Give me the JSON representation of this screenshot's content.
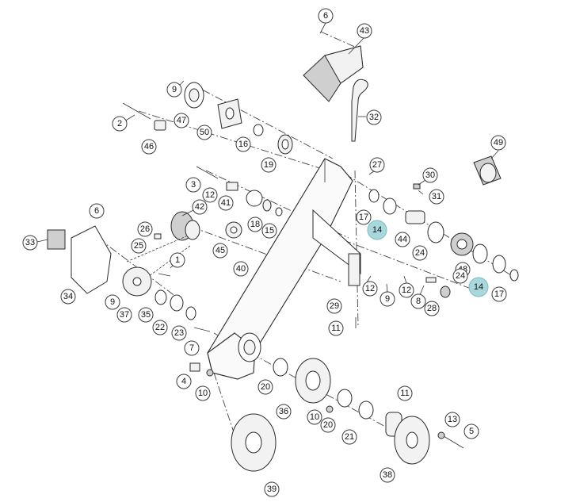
{
  "diagram": {
    "callouts": [
      {
        "id": "c6a",
        "label": "6"
      },
      {
        "id": "c43",
        "label": "43"
      },
      {
        "id": "c9a",
        "label": "9"
      },
      {
        "id": "c47",
        "label": "47"
      },
      {
        "id": "c2",
        "label": "2"
      },
      {
        "id": "c50",
        "label": "50"
      },
      {
        "id": "c32",
        "label": "32"
      },
      {
        "id": "c16",
        "label": "16"
      },
      {
        "id": "c46",
        "label": "46"
      },
      {
        "id": "c19",
        "label": "19"
      },
      {
        "id": "c49",
        "label": "49"
      },
      {
        "id": "c27",
        "label": "27"
      },
      {
        "id": "c30",
        "label": "30"
      },
      {
        "id": "c3",
        "label": "3"
      },
      {
        "id": "c12a",
        "label": "12"
      },
      {
        "id": "c31",
        "label": "31"
      },
      {
        "id": "c6b",
        "label": "6"
      },
      {
        "id": "c42",
        "label": "42"
      },
      {
        "id": "c41",
        "label": "41"
      },
      {
        "id": "c18",
        "label": "18"
      },
      {
        "id": "c15",
        "label": "15"
      },
      {
        "id": "c17a",
        "label": "17"
      },
      {
        "id": "c14a",
        "label": "14"
      },
      {
        "id": "c44",
        "label": "44"
      },
      {
        "id": "c33",
        "label": "33"
      },
      {
        "id": "c26",
        "label": "26"
      },
      {
        "id": "c25",
        "label": "25"
      },
      {
        "id": "c45",
        "label": "45"
      },
      {
        "id": "c24a",
        "label": "24"
      },
      {
        "id": "c48",
        "label": "48"
      },
      {
        "id": "c1",
        "label": "1"
      },
      {
        "id": "c40",
        "label": "40"
      },
      {
        "id": "c24b",
        "label": "24"
      },
      {
        "id": "c14b",
        "label": "14"
      },
      {
        "id": "c17b",
        "label": "17"
      },
      {
        "id": "c34",
        "label": "34"
      },
      {
        "id": "c12b",
        "label": "12"
      },
      {
        "id": "c9b",
        "label": "9"
      },
      {
        "id": "c12c",
        "label": "12"
      },
      {
        "id": "c8",
        "label": "8"
      },
      {
        "id": "c28",
        "label": "28"
      },
      {
        "id": "c9c",
        "label": "9"
      },
      {
        "id": "c37",
        "label": "37"
      },
      {
        "id": "c35",
        "label": "35"
      },
      {
        "id": "c22",
        "label": "22"
      },
      {
        "id": "c23",
        "label": "23"
      },
      {
        "id": "c29",
        "label": "29"
      },
      {
        "id": "c11a",
        "label": "11"
      },
      {
        "id": "c7",
        "label": "7"
      },
      {
        "id": "c4",
        "label": "4"
      },
      {
        "id": "c10a",
        "label": "10"
      },
      {
        "id": "c20a",
        "label": "20"
      },
      {
        "id": "c36",
        "label": "36"
      },
      {
        "id": "c10b",
        "label": "10"
      },
      {
        "id": "c20b",
        "label": "20"
      },
      {
        "id": "c21",
        "label": "21"
      },
      {
        "id": "c11b",
        "label": "11"
      },
      {
        "id": "c13",
        "label": "13"
      },
      {
        "id": "c5",
        "label": "5"
      },
      {
        "id": "c39",
        "label": "39"
      },
      {
        "id": "c38",
        "label": "38"
      }
    ],
    "highlight_color": "#a8d8dc"
  }
}
